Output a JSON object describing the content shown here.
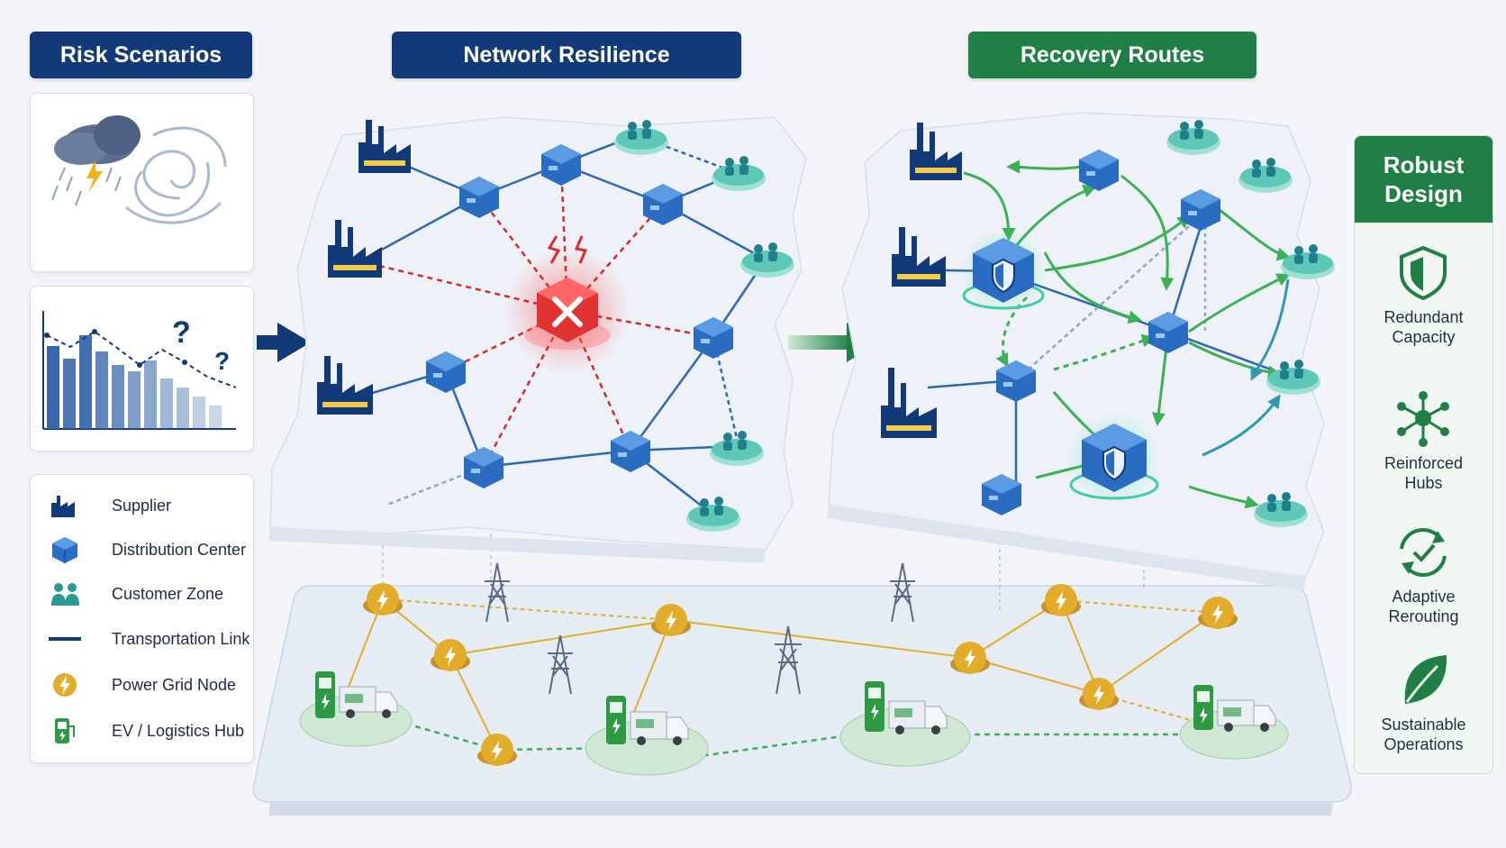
{
  "headers": {
    "risk": "Risk Scenarios",
    "resilience": "Network Resilience",
    "recovery": "Recovery Routes"
  },
  "legend": [
    {
      "icon": "factory-icon",
      "label": "Supplier"
    },
    {
      "icon": "cube-icon",
      "label": "Distribution Center"
    },
    {
      "icon": "people-icon",
      "label": "Customer Zone"
    },
    {
      "icon": "line-icon",
      "label": "Transportation Link"
    },
    {
      "icon": "bolt-icon",
      "label": "Power Grid Node"
    },
    {
      "icon": "ev-charger-icon",
      "label": "EV / Logistics Hub"
    }
  ],
  "robust": {
    "title_line1": "Robust",
    "title_line2": "Design",
    "items": [
      {
        "icon": "shield-icon",
        "line1": "Redundant",
        "line2": "Capacity"
      },
      {
        "icon": "hub-network-icon",
        "line1": "Reinforced",
        "line2": "Hubs"
      },
      {
        "icon": "refresh-check-icon",
        "line1": "Adaptive",
        "line2": "Rerouting"
      },
      {
        "icon": "leaf-icon",
        "line1": "Sustainable",
        "line2": "Operations"
      }
    ]
  },
  "chart_marks": {
    "q1": "?",
    "q2": "?"
  },
  "colors": {
    "navy": "#133a78",
    "green": "#1f7f45",
    "link_blue": "#2d68b3",
    "disruption_red": "#d62a2a",
    "recovery_green": "#3cb054",
    "teal": "#3fb5aa",
    "gold": "#e2ad2b"
  }
}
